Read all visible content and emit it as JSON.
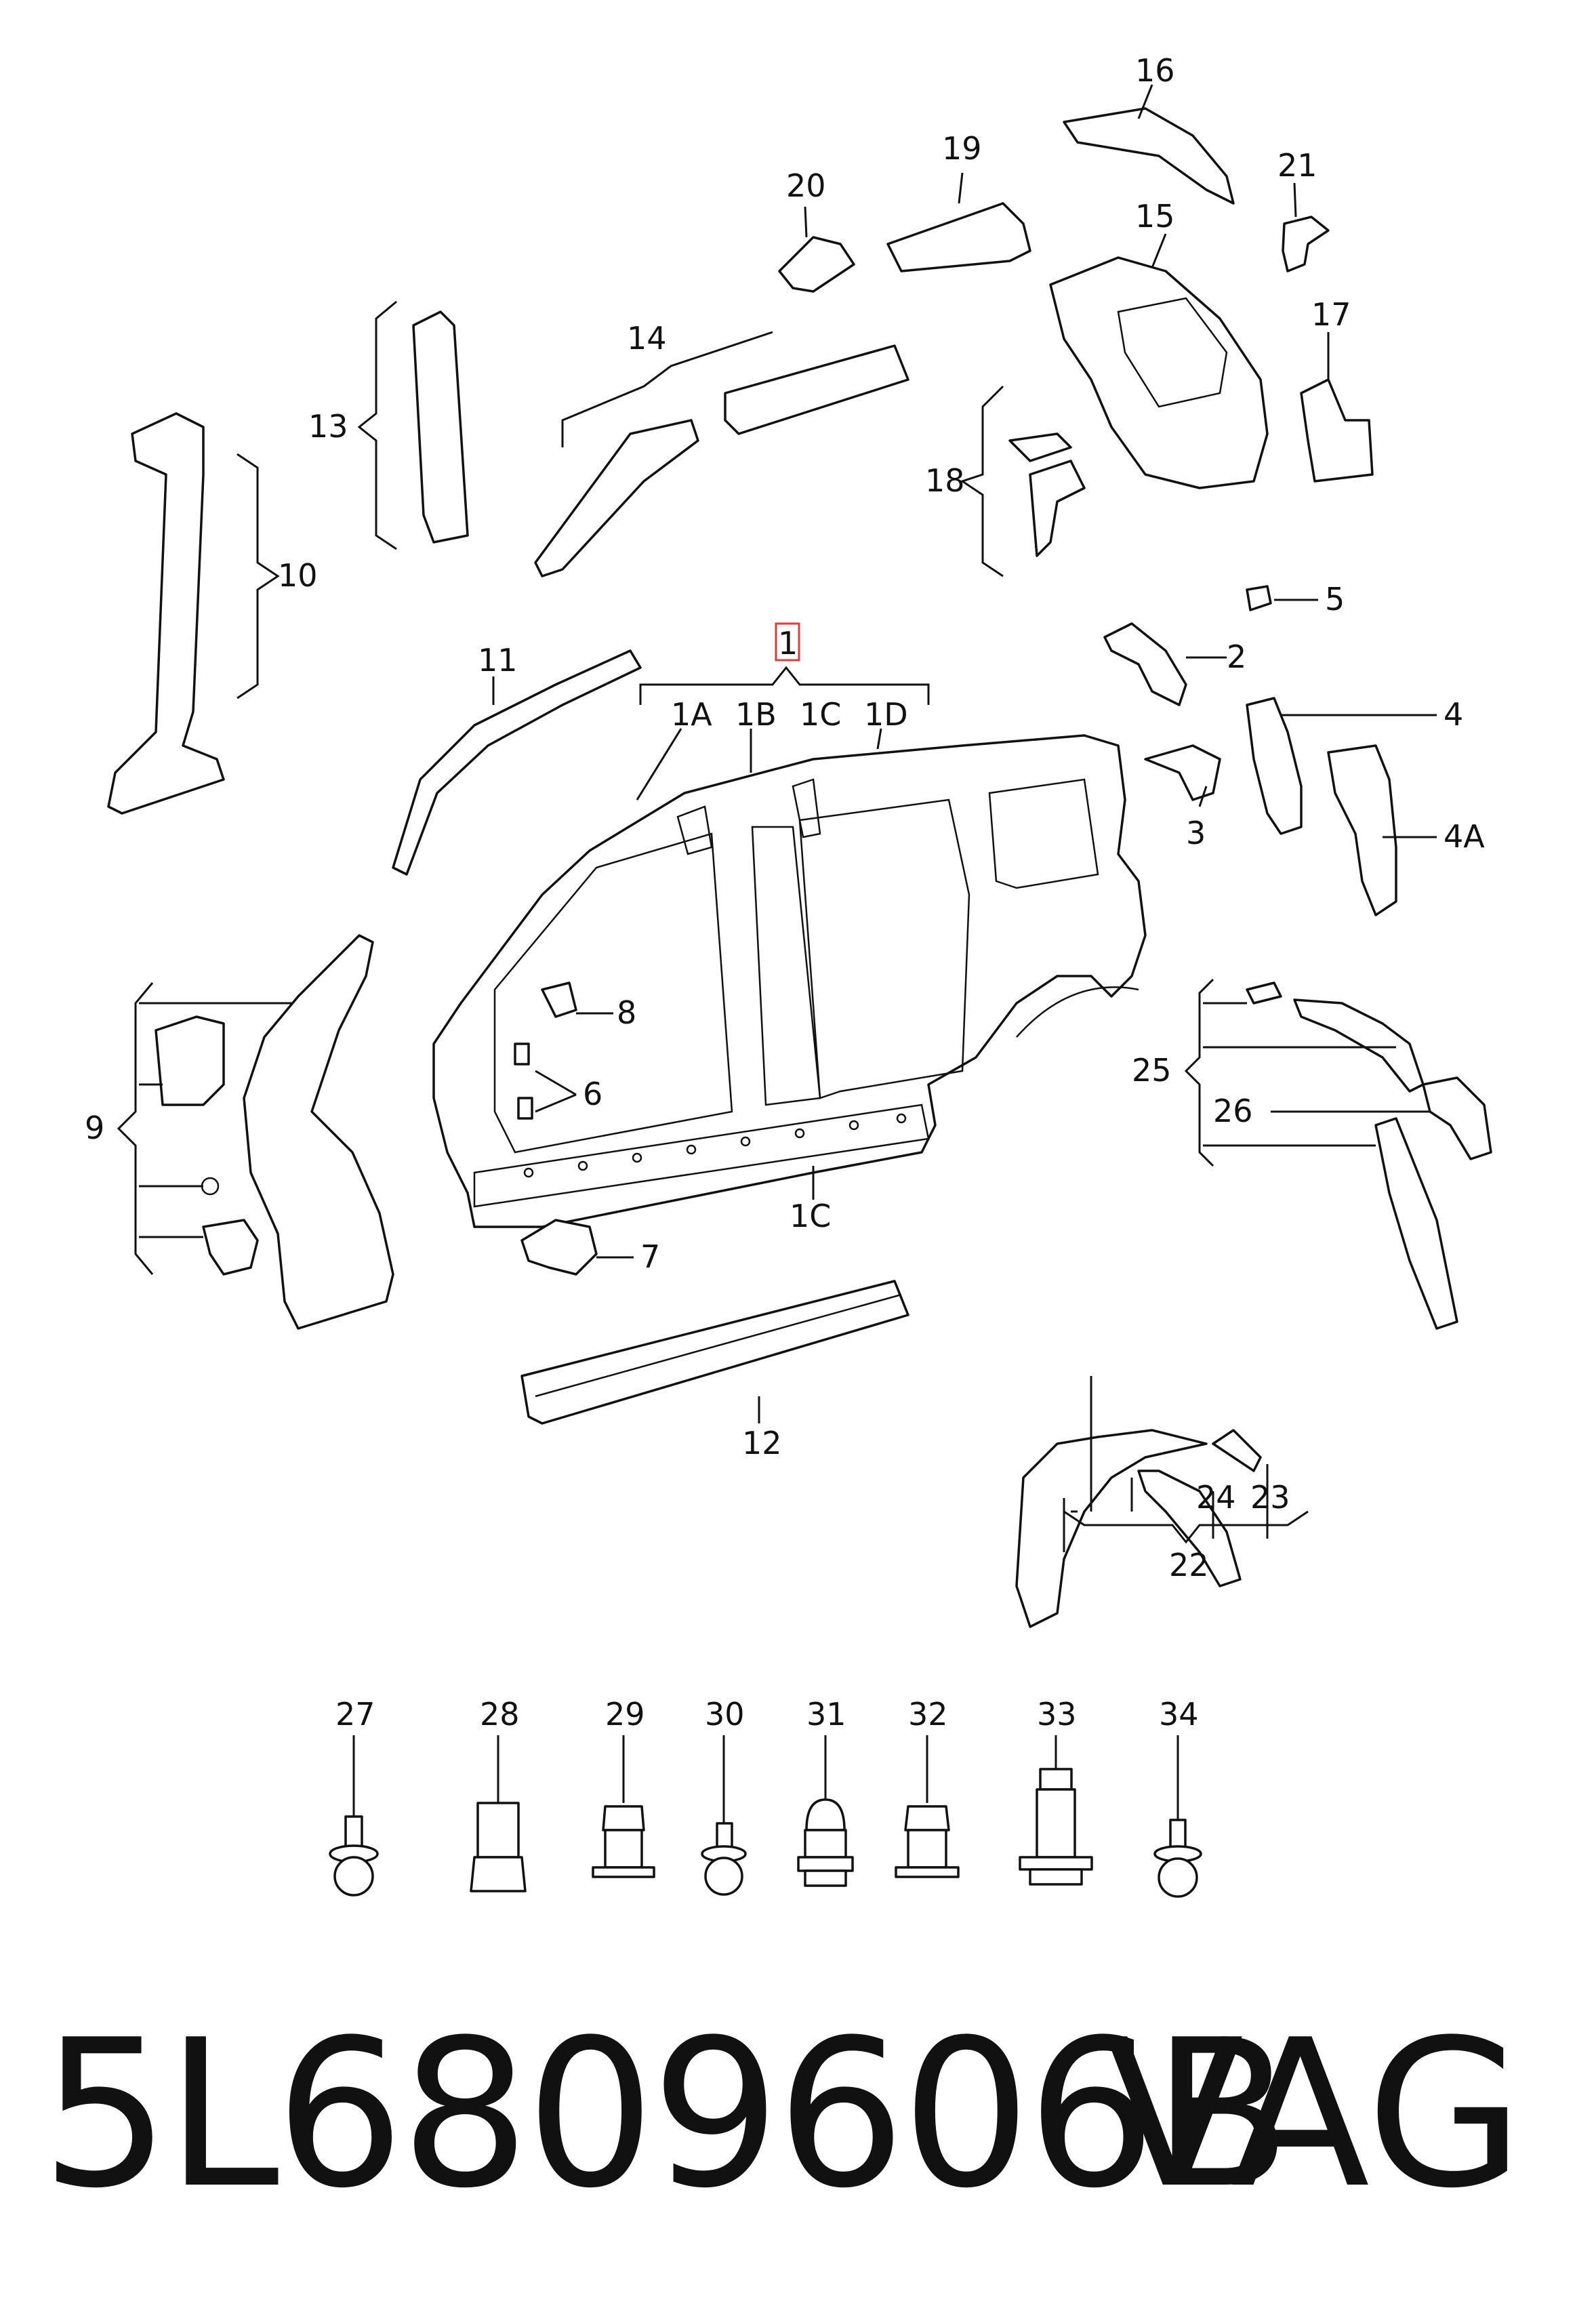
{
  "labels": {
    "l1": "1",
    "l1A": "1A",
    "l1B": "1B",
    "l1C": "1C",
    "l1D": "1D",
    "l1C_bottom": "1C",
    "l2": "2",
    "l3": "3",
    "l4": "4",
    "l4A": "4A",
    "l5": "5",
    "l6": "6",
    "l7": "7",
    "l8": "8",
    "l9": "9",
    "l10": "10",
    "l11": "11",
    "l12": "12",
    "l13": "13",
    "l14": "14",
    "l15": "15",
    "l16": "16",
    "l17": "17",
    "l18": "18",
    "l19": "19",
    "l20": "20",
    "l21": "21",
    "l22": "22",
    "l23": "23",
    "l24": "24",
    "l25": "25",
    "l26": "26",
    "l27": "27",
    "l28": "28",
    "l29": "29",
    "l30": "30",
    "l31": "31",
    "l32": "32",
    "l33": "33",
    "l34": "34"
  },
  "footer": {
    "part_number": "5L6809606B",
    "brand": "VAG"
  },
  "colors": {
    "highlight": "#e03a3a",
    "ink": "#111111"
  }
}
